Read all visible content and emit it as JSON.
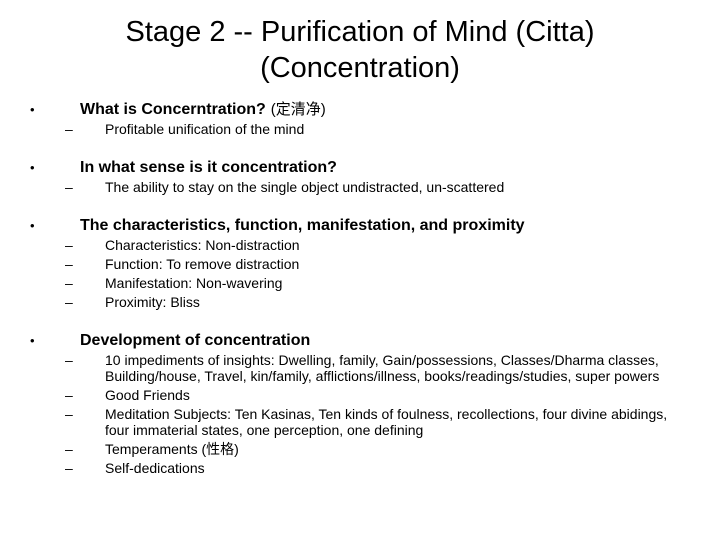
{
  "colors": {
    "background": "#ffffff",
    "text": "#000000"
  },
  "markers": {
    "bullet": "•",
    "dash": "–"
  },
  "title": {
    "line1": "Stage 2 -- Purification of Mind (Citta)",
    "line2": "(Concentration)"
  },
  "sections": [
    {
      "heading": "What is Concerntration?",
      "suffix": "(定清净)",
      "items": [
        "Profitable unification of the mind"
      ]
    },
    {
      "heading": "In what sense is it concentration?",
      "items": [
        "The ability to stay on the single object undistracted, un-scattered"
      ]
    },
    {
      "heading": "The characteristics, function, manifestation, and proximity",
      "items": [
        "Characteristics: Non-distraction",
        "Function: To remove distraction",
        "Manifestation: Non-wavering",
        "Proximity: Bliss"
      ]
    },
    {
      "heading": "Development of concentration",
      "items": [
        "10 impediments of insights: Dwelling, family, Gain/possessions, Classes/Dharma classes, Building/house, Travel, kin/family, afflictions/illness, books/readings/studies, super powers",
        "Good Friends",
        "Meditation Subjects: Ten Kasinas, Ten kinds of foulness, recollections, four divine abidings, four immaterial states, one perception, one defining",
        "Temperaments (性格)",
        "Self-dedications"
      ]
    }
  ]
}
